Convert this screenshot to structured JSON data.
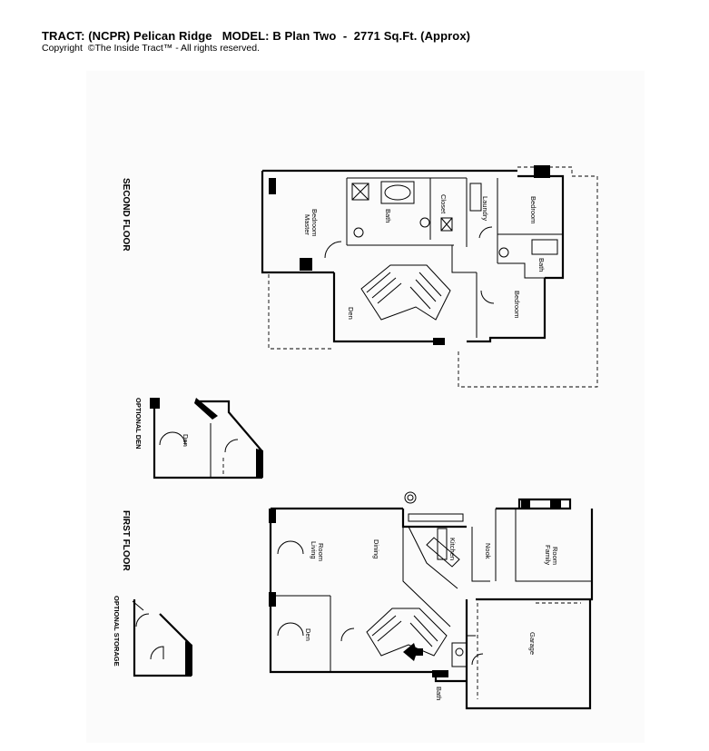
{
  "header": {
    "title": "TRACT: (NCPR) Pelican Ridge   MODEL: B Plan Two  -  2771 Sq.Ft. (Approx)",
    "copyright": "Copyright  ©The Inside Tract™ - All rights reserved."
  },
  "floors": {
    "second": "SECOND FLOOR",
    "first": "FIRST FLOOR",
    "optional_den": "OPTIONAL DEN",
    "optional_storage": "OPTIONAL STORAGE"
  },
  "rooms": {
    "master_1": "Master",
    "master_2": "Bedroom",
    "bath_master": "Bath",
    "closet": "Closet",
    "laundry": "Laundry",
    "bedroom_2": "Bedroom",
    "bath_2": "Bath",
    "bedroom_3": "Bedroom",
    "den_upper": "Den",
    "den_optional": "Den",
    "living_1": "Living",
    "living_2": "Room",
    "dining": "Dining",
    "kitchen": "Kitchen",
    "nook": "Nook",
    "family_1": "Family",
    "family_2": "Room",
    "den_first": "Den",
    "garage": "Garage",
    "bath_first": "Bath"
  }
}
